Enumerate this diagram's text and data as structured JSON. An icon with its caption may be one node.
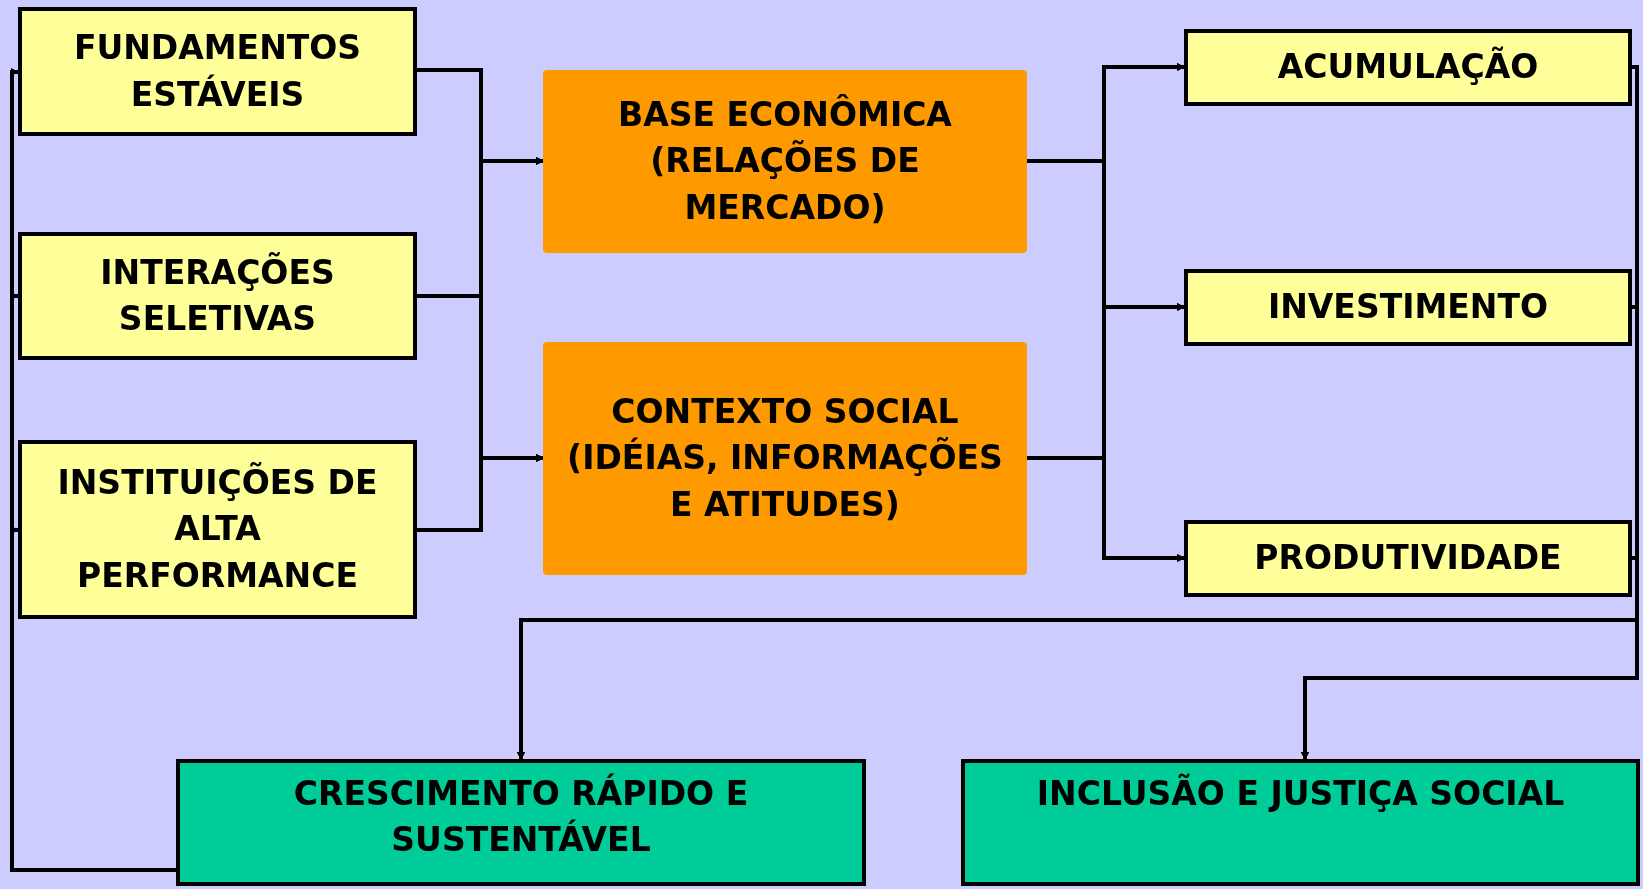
{
  "diagram": {
    "nodes": [
      {
        "text": [
          "FUNDAMENTOS ESTÁVEIS"
        ]
      },
      {
        "text": [
          "INTERAÇÕES SELETIVAS"
        ]
      },
      {
        "text": [
          "INSTITUIÇÕES DE ALTA PERFORMANCE"
        ]
      },
      {
        "text": [
          "BASE ECONÔMICA (RELAÇÕES DE MERCADO)"
        ]
      },
      {
        "text": [
          "CONTEXTO SOCIAL (IDÉIAS, INFORMAÇÕES E ATITUDES)"
        ]
      },
      {
        "text": [
          "ACUMULAÇÃO"
        ]
      },
      {
        "text": [
          "INVESTIMENTO"
        ]
      },
      {
        "text": [
          "PRODUTIVIDADE"
        ]
      },
      {
        "text": [
          "CRESCIMENTO RÁPIDO E SUSTENTÁVEL"
        ]
      },
      {
        "text": [
          "INCLUSÃO E JUSTIÇA SOCIAL"
        ]
      }
    ],
    "edges": [
      {
        "from": 0,
        "to": 3,
        "arrow": "to"
      },
      {
        "from": 1,
        "to": 3,
        "arrow": "to"
      },
      {
        "from": 2,
        "to": 3,
        "arrow": "to"
      },
      {
        "from": 0,
        "to": 4,
        "arrow": "to"
      },
      {
        "from": 1,
        "to": 4,
        "arrow": "to"
      },
      {
        "from": 2,
        "to": 4,
        "arrow": "to"
      },
      {
        "from": 3,
        "to": 5,
        "arrow": "to"
      },
      {
        "from": 3,
        "to": 6,
        "arrow": "to"
      },
      {
        "from": 3,
        "to": 7,
        "arrow": "to"
      },
      {
        "from": 4,
        "to": 5,
        "arrow": "to"
      },
      {
        "from": 4,
        "to": 6,
        "arrow": "to"
      },
      {
        "from": 4,
        "to": 7,
        "arrow": "to"
      },
      {
        "from": 5,
        "to": 8,
        "arrow": "to"
      },
      {
        "from": 6,
        "to": 8,
        "arrow": "to"
      },
      {
        "from": 7,
        "to": 8,
        "arrow": "to"
      },
      {
        "from": 5,
        "to": 9,
        "arrow": "to"
      },
      {
        "from": 6,
        "to": 9,
        "arrow": "to"
      },
      {
        "from": 7,
        "to": 9,
        "arrow": "to"
      },
      {
        "from": 8,
        "to": 0,
        "arrow": "to"
      },
      {
        "from": 8,
        "to": 1,
        "arrow": "to"
      },
      {
        "from": 8,
        "to": 2,
        "arrow": "to"
      }
    ]
  }
}
